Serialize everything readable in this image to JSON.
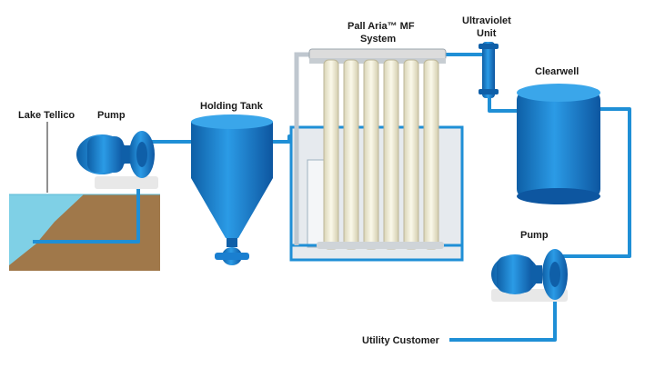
{
  "labels": {
    "lake": "Lake Tellico",
    "pump_left": "Pump",
    "holding_tank": "Holding Tank",
    "mf_system_line1": "Pall Aria™ MF",
    "mf_system_line2": "System",
    "uv_line1": "Ultraviolet",
    "uv_line2": "Unit",
    "clearwell": "Clearwell",
    "pump_right": "Pump",
    "customer": "Utility Customer"
  },
  "colors": {
    "pipe": "#1f8fd6",
    "equipment": "#1a7fd0",
    "equipment_dark": "#0f5fa8",
    "water": "#7fd0e6",
    "soil": "#a0784a",
    "membrane": "#f3f0d8",
    "frame": "#e6eaee"
  }
}
